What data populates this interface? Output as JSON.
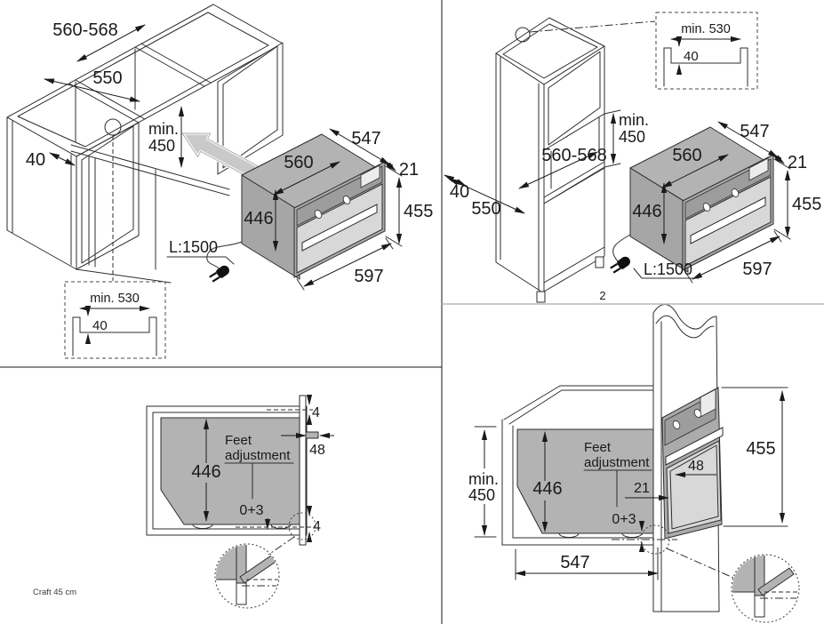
{
  "footer": {
    "caption": "Craft 45 cm"
  },
  "oven": {
    "depth": "547",
    "top_width": "560",
    "frame_overhang": "21",
    "body_height": "446",
    "front_height": "455",
    "front_width": "597"
  },
  "panel_base_cabinet": {
    "niche_width": "560-568",
    "niche_depth": "550",
    "rail_width": "40",
    "min_height_line1": "min.",
    "min_height_line2": "450",
    "cable_length": "L:1500",
    "inset": {
      "width_label": "min. 530",
      "depth_label": "40"
    }
  },
  "panel_tall_cabinet": {
    "niche_width": "560-568",
    "niche_depth": "550",
    "rail_width": "40",
    "min_height_line1": "min.",
    "min_height_line2": "450",
    "cable_length": "L:1500",
    "figure_number": "2",
    "inset": {
      "width_label": "min. 530",
      "depth_label": "40"
    }
  },
  "panel_section_base": {
    "top_gap": "4",
    "feet_line1": "Feet",
    "feet_line2": "adjustment",
    "bracket_width": "48",
    "body_height": "446",
    "tolerance": "0+3",
    "bottom_gap": "4"
  },
  "panel_section_tall": {
    "min_line1": "min.",
    "min_line2": "450",
    "body_height": "446",
    "feet_line1": "Feet",
    "feet_line2": "adjustment",
    "bracket_width": "48",
    "overhang": "21",
    "tolerance": "0+3",
    "front_height": "455",
    "depth": "547"
  }
}
